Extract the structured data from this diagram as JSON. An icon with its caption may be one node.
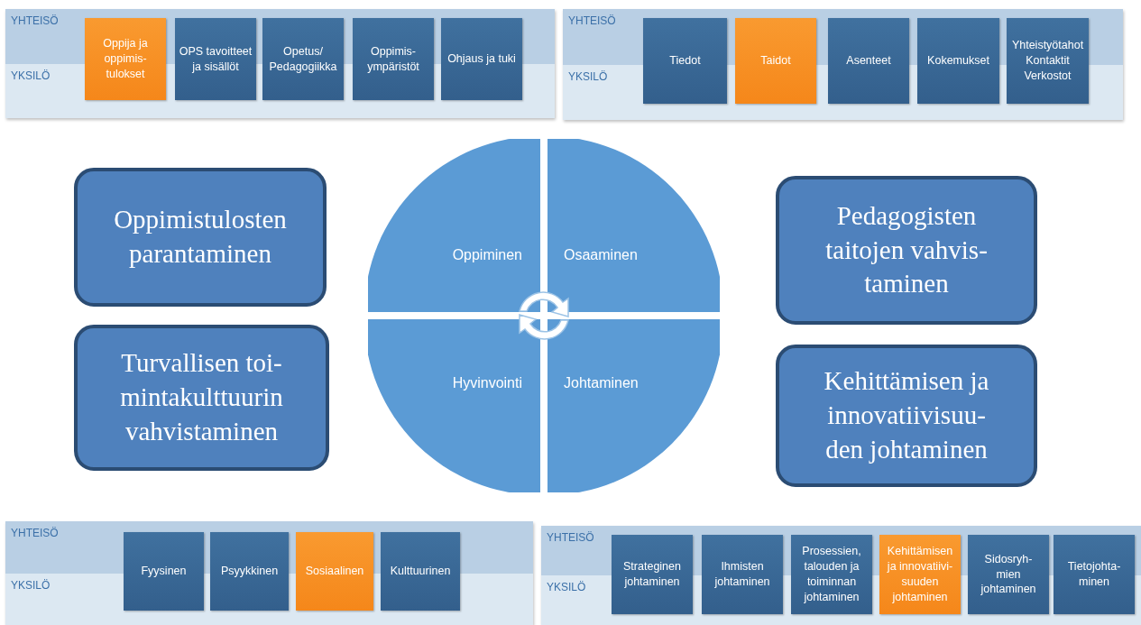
{
  "diagram": {
    "nodes": [
      {
        "text": [
          "YHTEISÖ",
          "YKSILÖ"
        ]
      },
      {
        "text": [
          "Oppija ja oppimis- tulokset"
        ],
        "in": 0
      },
      {
        "text": [
          "OPS tavoitteet ja sisällöt"
        ],
        "in": 0
      },
      {
        "text": [
          "Opetus/ Pedagogiikka"
        ],
        "in": 0
      },
      {
        "text": [
          "Oppimis- ympäristöt"
        ],
        "in": 0
      },
      {
        "text": [
          "Ohjaus ja tuki"
        ],
        "in": 0
      },
      {
        "text": [
          "YHTEISÖ",
          "YKSILÖ"
        ]
      },
      {
        "text": [
          "Tiedot"
        ],
        "in": 6
      },
      {
        "text": [
          "Taidot"
        ],
        "in": 6
      },
      {
        "text": [
          "Asenteet"
        ],
        "in": 6
      },
      {
        "text": [
          "Kokemukset"
        ],
        "in": 6
      },
      {
        "text": [
          "Yhteistyötahot Kontaktit Verkostot"
        ],
        "in": 6
      },
      {
        "text": [
          "Oppimistulosten parantaminen"
        ]
      },
      {
        "text": [
          "Oppiminen"
        ]
      },
      {
        "text": [
          "Osaaminen"
        ]
      },
      {
        "text": [
          "Pedagogisten taitojen vahvis- taminen"
        ]
      },
      {
        "text": [
          "Turvallisen toi- mintakulttuurin vahvistaminen"
        ]
      },
      {
        "text": [
          "Hyvinvointi"
        ]
      },
      {
        "text": [
          "Johtaminen"
        ]
      },
      {
        "text": [
          "Kehittämisen ja innovatiivisuu- den johtaminen"
        ]
      },
      {
        "text": [
          "YHTEISÖ",
          "YKSILÖ"
        ]
      },
      {
        "text": [
          "Fyysinen"
        ],
        "in": 20
      },
      {
        "text": [
          "Psyykkinen"
        ],
        "in": 20
      },
      {
        "text": [
          "Sosiaalinen"
        ],
        "in": 20
      },
      {
        "text": [
          "Kulttuurinen"
        ],
        "in": 20
      },
      {
        "text": [
          "YHTEISÖ",
          "YKSILÖ"
        ]
      },
      {
        "text": [
          "Strateginen johtaminen"
        ],
        "in": 25
      },
      {
        "text": [
          "Ihmisten johtaminen"
        ],
        "in": 25
      },
      {
        "text": [
          "Prosessien, talouden ja toiminnan johtaminen"
        ],
        "in": 25
      },
      {
        "text": [
          "Kehittämisen ja innovatiivi- suuden johtaminen"
        ],
        "in": 25
      },
      {
        "text": [
          "Sidosryh- mien johtaminen"
        ],
        "in": 25
      },
      {
        "text": [
          "Tietojohta- minen"
        ],
        "in": 25
      }
    ],
    "edges": []
  }
}
